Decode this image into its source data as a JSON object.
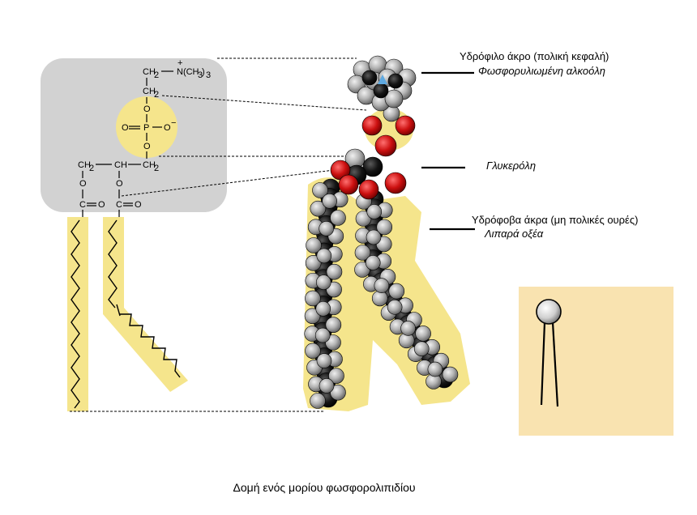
{
  "labels": {
    "hydrophilic_head": "Υδρόφιλο άκρο (πολική κεφαλή)",
    "phosphorylated_alcohol": "Φωσφορυλιωμένη αλκοόλη",
    "glycerol": "Γλυκερόλη",
    "hydrophobic_tails": "Υδρόφοβα άκρα (μη πολικές ουρές)",
    "fatty_acids": "Λιπαρά οξέα"
  },
  "caption": "Δομή ενός μορίου φωσφορολιπιδίου",
  "formula": {
    "choline_ch2": "CH",
    "sub2": "2",
    "amine": "N(CH",
    "amine_sub": "3",
    "amine_close": ")",
    "amine_count": "3",
    "plus": "+",
    "ch2_b": "CH",
    "o_top": "O",
    "o_left": "O",
    "p": "P",
    "o_right": "O",
    "minus": "−",
    "o_bottom": "O",
    "gly_ch2_left": "CH",
    "gly_ch": "CH",
    "gly_ch2_right": "CH",
    "ester_o_left": "O",
    "ester_o_right": "O",
    "carbon_left": "C",
    "carbon_right": "C",
    "carbonyl_o_left": "O",
    "carbonyl_o_right": "O"
  },
  "colors": {
    "panel_gray": "#d2d2d2",
    "highlight_yellow": "#f5e58c",
    "inset_bg": "#f9e3b0",
    "carbon_black": "#101010",
    "hydrogen_gray": "#a8a8a8",
    "oxygen_red": "#cc1010",
    "nitrogen_blue": "#5fa9e0"
  }
}
